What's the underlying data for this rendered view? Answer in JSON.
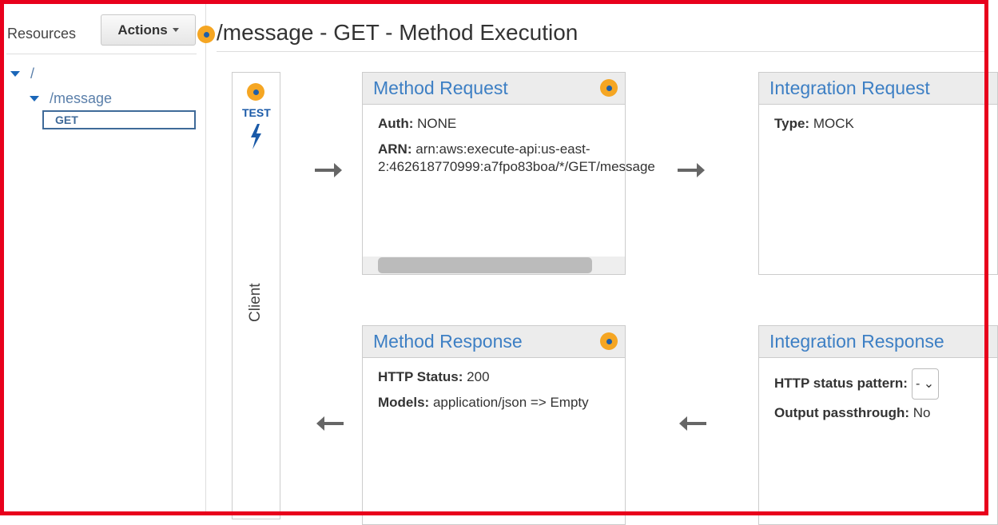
{
  "sidebar": {
    "title": "Resources",
    "actions_label": "Actions",
    "tree": [
      {
        "label": "/"
      },
      {
        "label": "/message"
      },
      {
        "label": "GET"
      }
    ]
  },
  "header": {
    "title": "/message - GET - Method Execution"
  },
  "client": {
    "test_label": "TEST",
    "label": "Client"
  },
  "method_request": {
    "title": "Method Request",
    "auth_label": "Auth:",
    "auth_value": "NONE",
    "arn_label": "ARN:",
    "arn_value": "arn:aws:execute-api:us-east-2:462618770999:a7fpo83boa/*/GET/message"
  },
  "integration_request": {
    "title": "Integration Request",
    "type_label": "Type:",
    "type_value": "MOCK"
  },
  "method_response": {
    "title": "Method Response",
    "status_label": "HTTP Status:",
    "status_value": "200",
    "models_label": "Models:",
    "models_value": "application/json => Empty"
  },
  "integration_response": {
    "title": "Integration Response",
    "pattern_label": "HTTP status pattern:",
    "pattern_value": "-",
    "passthrough_label": "Output passthrough:",
    "passthrough_value": "No"
  },
  "colors": {
    "accent": "#3d7fc4",
    "dot": "#f5a623",
    "frame": "#e8001c"
  }
}
